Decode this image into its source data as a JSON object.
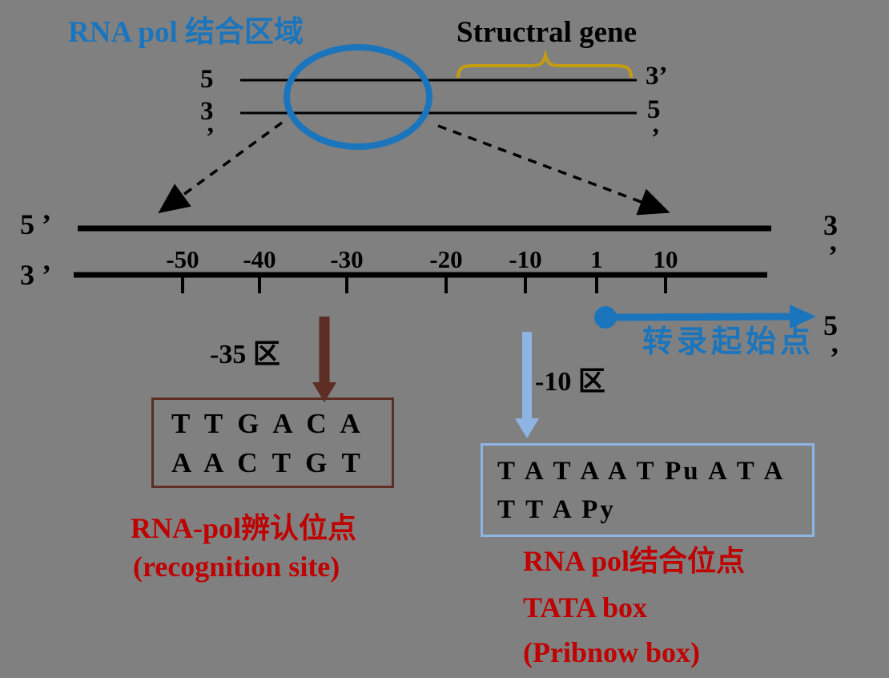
{
  "colors": {
    "background": "#808080",
    "blue": "#1B75BC",
    "lightblue": "#8DB4E2",
    "brown": "#5E2D23",
    "red": "#C00000",
    "gold": "#C49D0E"
  },
  "header": {
    "rna_pol_region_label": "RNA pol 结合区域",
    "structural_gene_label": "Structral gene"
  },
  "dna": {
    "top_left": "5",
    "bottom_left": "3",
    "bottom_left_prime": "’",
    "top_right": "3’",
    "bottom_right": "5",
    "bottom_right_prime": "’"
  },
  "ruler": {
    "left_top": "5 ’",
    "left_bottom": "3 ’",
    "right_top": "3",
    "right_top_prime": "’",
    "right_bottom": "5",
    "right_bottom_prime": "’",
    "ticks": [
      "-50",
      "-40",
      "-30",
      "-20",
      "-10",
      "1",
      "10"
    ]
  },
  "transcription_start": {
    "label": "转录起始点"
  },
  "minus35": {
    "region_label": "-35 区",
    "sequence_top": "T T G A C A",
    "sequence_bottom": "A A C T G T",
    "caption_line1": "RNA-pol辨认位点",
    "caption_line2": "(recognition site)"
  },
  "minus10": {
    "region_label": "-10 区",
    "sequence_top": "T A T A A T Pu A T A",
    "sequence_bottom": "T T A Py",
    "caption_line1": "RNA pol结合位点",
    "caption_line2": "TATA box",
    "caption_line3": "(Pribnow box)"
  }
}
